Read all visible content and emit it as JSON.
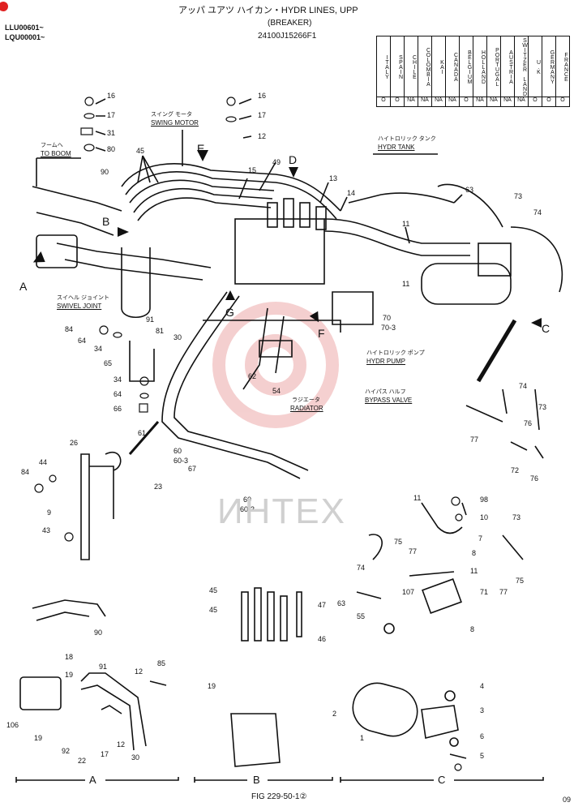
{
  "header": {
    "title": "アッパ ユアツ ハイカン・HYDR LINES, UPP",
    "subtitle": "(BREAKER)",
    "part_no": "24100J15266F1",
    "serial_1": "LLU00601~",
    "serial_2": "LQU00001~"
  },
  "country_table": {
    "countries": [
      "ITALY",
      "SPAIN",
      "CHILE",
      "COLOMBIA",
      "KAI",
      "CANADA",
      "BELGIUM",
      "HOLLAND",
      "PORTUGAL",
      "AUSTRIA",
      "SWITZER LAND",
      "U.K",
      "GERMANY",
      "FRANCE"
    ],
    "values": [
      "O",
      "O",
      "NA",
      "NA",
      "NA",
      "NA",
      "O",
      "NA",
      "NA",
      "NA",
      "NA",
      "O",
      "O",
      "O"
    ]
  },
  "labels": {
    "swing_motor_jp": "スイング モータ",
    "swing_motor": "SWING MOTOR",
    "to_boom_jp": "フームへ",
    "to_boom": "TO BOOM",
    "hydr_tank_jp": "ハイトロリック タンク",
    "hydr_tank": "HYDR TANK",
    "swivel_jp": "スイヘル ジョイント",
    "swivel": "SWIVEL JOINT",
    "hydr_pump_jp": "ハイトロリック ポンプ",
    "hydr_pump": "HYDR PUMP",
    "radiator_jp": "ラジエータ",
    "radiator": "RADIATOR",
    "bypass_jp": "ハイパス ハルフ",
    "bypass": "BYPASS VALVE",
    "fig": "FIG 229-50-1②",
    "corner": "09",
    "watermark": "ИНТЕХ"
  },
  "views": {
    "a": "A",
    "b": "B",
    "c": "C",
    "d": "D",
    "e": "E",
    "f": "F",
    "g": "G"
  },
  "callouts": {
    "c16a": "16",
    "c17a": "17",
    "c31": "31",
    "c80": "80",
    "c45a": "45",
    "c90": "90",
    "c16b": "16",
    "c17b": "17",
    "c12a": "12",
    "c49": "49",
    "c15": "15",
    "c13": "13",
    "c14": "14",
    "c63a": "63",
    "c73a": "73",
    "c74a": "74",
    "c11a": "11",
    "c11b": "11",
    "c70": "70",
    "c703": "70-3",
    "c91a": "91",
    "c81": "81",
    "c30a": "30",
    "c84a": "84",
    "c64a": "64",
    "c34a": "34",
    "c65": "65",
    "c34b": "34",
    "c64b": "64",
    "c66": "66",
    "c62": "62",
    "c54": "54",
    "c61": "61",
    "c60a": "60",
    "c603a": "60-3",
    "c67": "67",
    "c60b": "60",
    "c603b": "60-3",
    "c26": "26",
    "c44": "44",
    "c84b": "84",
    "c23": "23",
    "c9": "9",
    "c43": "43",
    "c74b": "74",
    "c73b": "73",
    "c76a": "76",
    "c77a": "77",
    "c72": "72",
    "c76b": "76",
    "c11c": "11",
    "c98": "98",
    "c10": "10",
    "c7": "7",
    "c73c": "73",
    "c75a": "75",
    "c77b": "77",
    "c8a": "8",
    "c74c": "74",
    "c11d": "11",
    "c107": "107",
    "c71": "71",
    "c77c": "77",
    "c75b": "75",
    "c63b": "63",
    "c55": "55",
    "c8b": "8",
    "c90b": "90",
    "c18": "18",
    "c19a": "19",
    "c91b": "91",
    "c12b": "12",
    "c85": "85",
    "c106": "106",
    "c19b": "19",
    "c92": "92",
    "c22": "22",
    "c17c": "17",
    "c12c": "12",
    "c30b": "30",
    "c45b": "45",
    "c45c": "45",
    "c47": "47",
    "c46": "46",
    "c19c": "19",
    "c4": "4",
    "c3": "3",
    "c2": "2",
    "c1": "1",
    "c6": "6",
    "c5": "5"
  },
  "colors": {
    "line": "#111111",
    "watermark_red": "#e8a0a0",
    "watermark_text": "#d0d0d0",
    "accent_red": "#e02020"
  }
}
